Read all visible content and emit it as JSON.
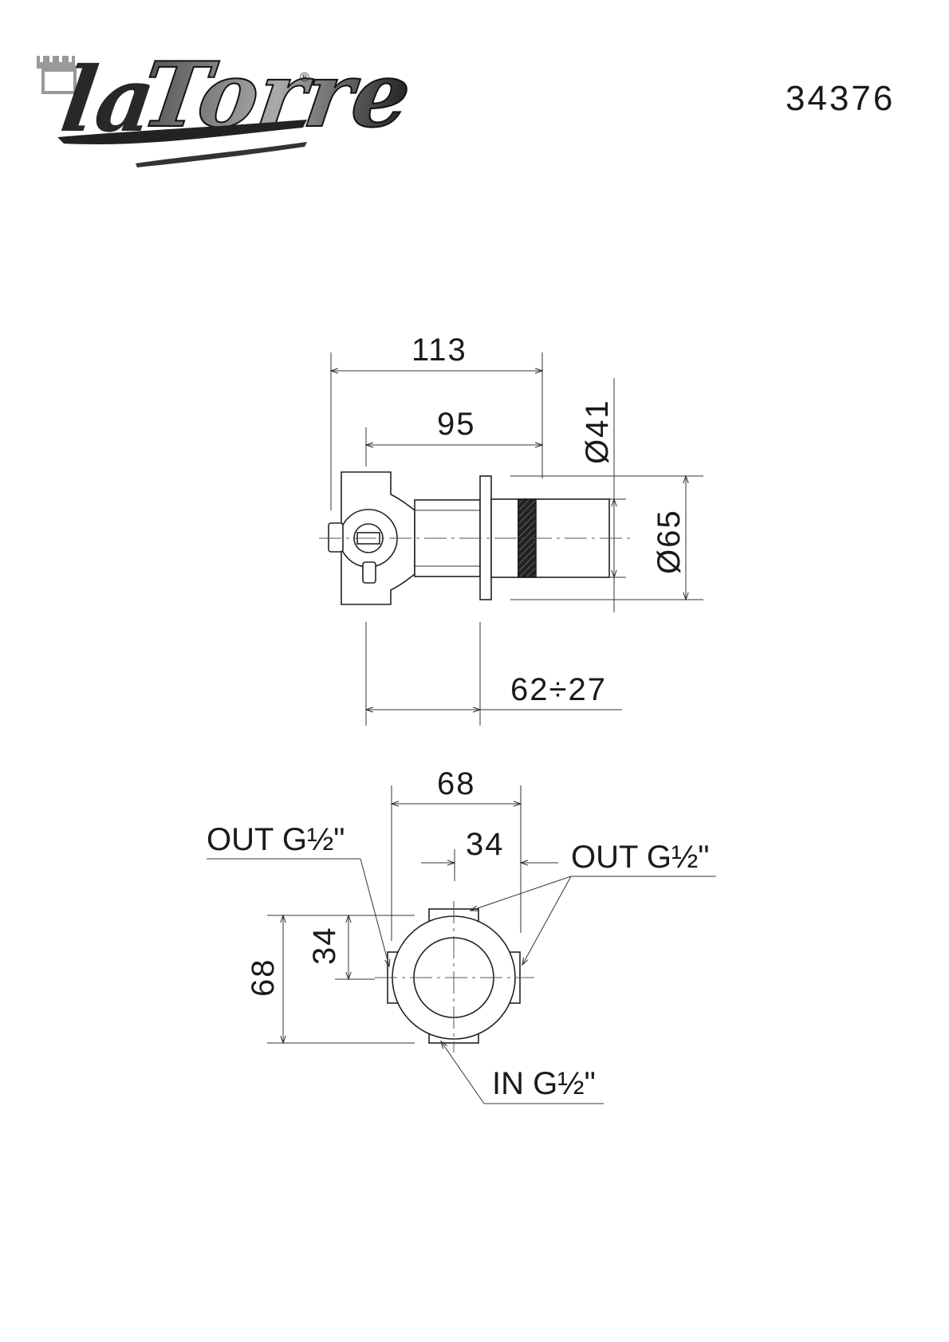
{
  "header": {
    "brand": "laTorre",
    "registered_mark": "®",
    "product_code": "34376"
  },
  "side_view": {
    "overall_length": "113",
    "body_length": "95",
    "knob_diameter": "Ø41",
    "flange_diameter": "Ø65",
    "wall_depth_range": "62÷27"
  },
  "front_view": {
    "width": "68",
    "half_width": "34",
    "height": "68",
    "half_height": "34",
    "outlet_left": "OUT G½\"",
    "outlet_right": "OUT G½\"",
    "inlet": "IN G½\""
  }
}
